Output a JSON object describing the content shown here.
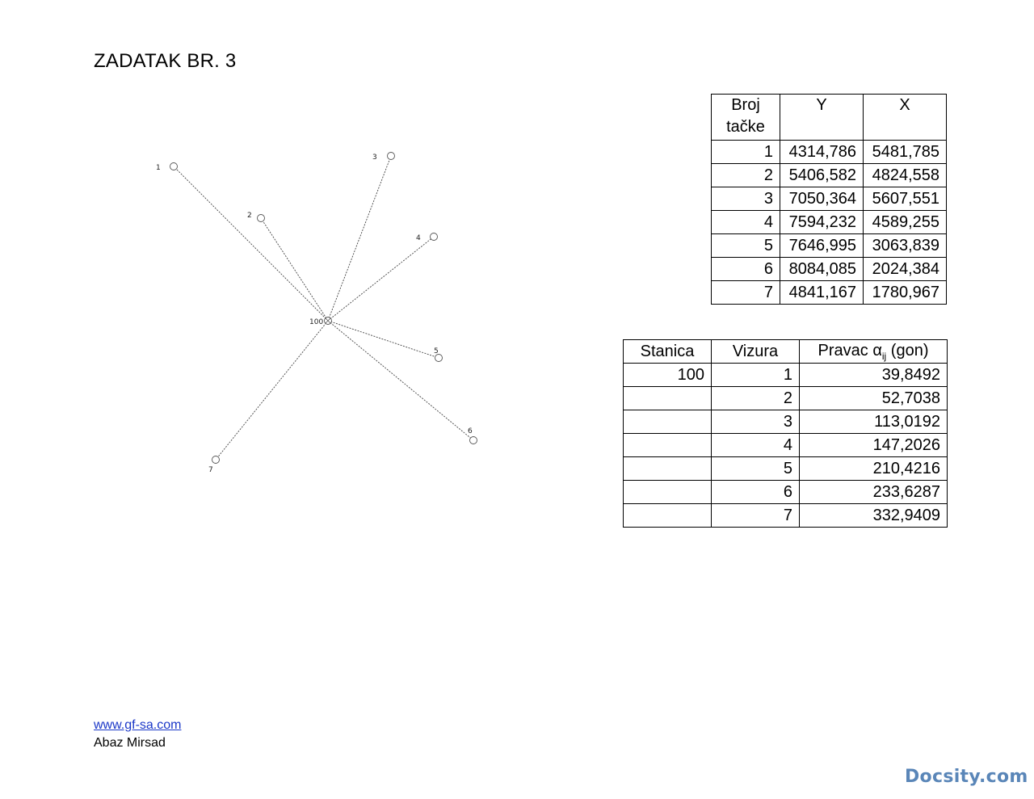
{
  "title": "ZADATAK BR. 3",
  "diagram": {
    "station_label": "100",
    "points": [
      {
        "label": "1"
      },
      {
        "label": "2"
      },
      {
        "label": "3"
      },
      {
        "label": "4"
      },
      {
        "label": "5"
      },
      {
        "label": "6"
      },
      {
        "label": "7"
      }
    ]
  },
  "coordinates_table": {
    "headers": [
      "Broj tačke",
      "Y",
      "X"
    ],
    "rows": [
      [
        "1",
        "4314,786",
        "5481,785"
      ],
      [
        "2",
        "5406,582",
        "4824,558"
      ],
      [
        "3",
        "7050,364",
        "5607,551"
      ],
      [
        "4",
        "7594,232",
        "4589,255"
      ],
      [
        "5",
        "7646,995",
        "3063,839"
      ],
      [
        "6",
        "8084,085",
        "2024,384"
      ],
      [
        "7",
        "4841,167",
        "1780,967"
      ]
    ]
  },
  "observations_table": {
    "headers": [
      "Stanica",
      "Vizura",
      "Pravac α",
      "ij",
      " (gon)"
    ],
    "rows": [
      [
        "100",
        "1",
        "39,8492"
      ],
      [
        "",
        "2",
        "52,7038"
      ],
      [
        "",
        "3",
        "113,0192"
      ],
      [
        "",
        "4",
        "147,2026"
      ],
      [
        "",
        "5",
        "210,4216"
      ],
      [
        "",
        "6",
        "233,6287"
      ],
      [
        "",
        "7",
        "332,9409"
      ]
    ]
  },
  "footer": {
    "link": "www.gf-sa.com",
    "author": "Abaz Mirsad"
  },
  "watermark": "Docsity.com"
}
